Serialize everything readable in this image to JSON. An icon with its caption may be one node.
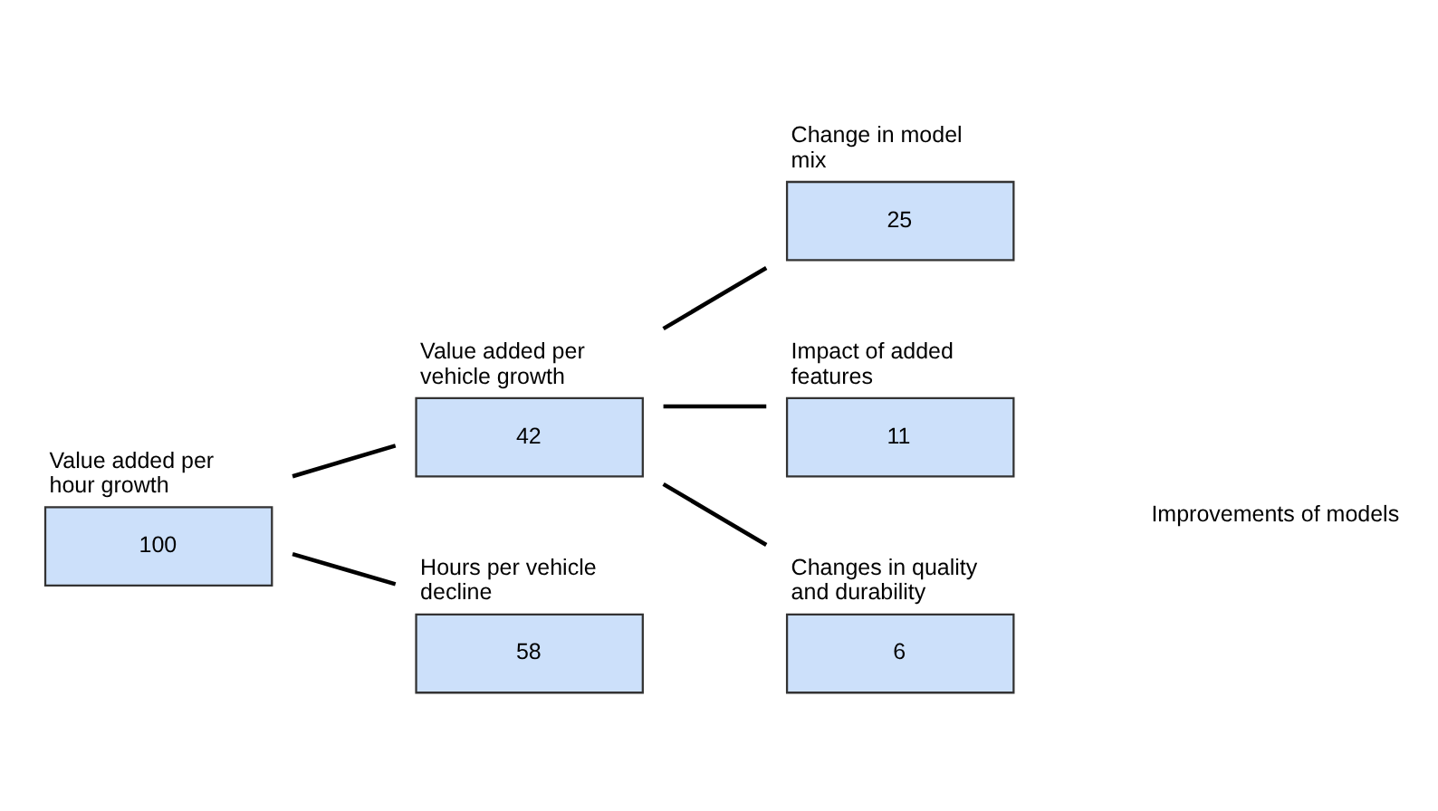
{
  "diagram": {
    "nodes": [
      {
        "text": [
          "Value added per hour growth",
          "100"
        ]
      },
      {
        "text": [
          "Value added per vehicle growth",
          "42"
        ]
      },
      {
        "text": [
          "Hours per vehicle decline",
          "58"
        ]
      },
      {
        "text": [
          "Change in model mix",
          "25"
        ]
      },
      {
        "text": [
          "Impact of added features",
          "11"
        ]
      },
      {
        "text": [
          "Changes in quality and durability",
          "6"
        ]
      }
    ],
    "edges": [
      {
        "from": 0,
        "to": 1,
        "arrow": "none"
      },
      {
        "from": 0,
        "to": 2,
        "arrow": "none"
      },
      {
        "from": 1,
        "to": 3,
        "arrow": "none"
      },
      {
        "from": 1,
        "to": 4,
        "arrow": "none"
      },
      {
        "from": 1,
        "to": 5,
        "arrow": "none"
      }
    ],
    "labels": [
      "Improvements of models"
    ]
  }
}
